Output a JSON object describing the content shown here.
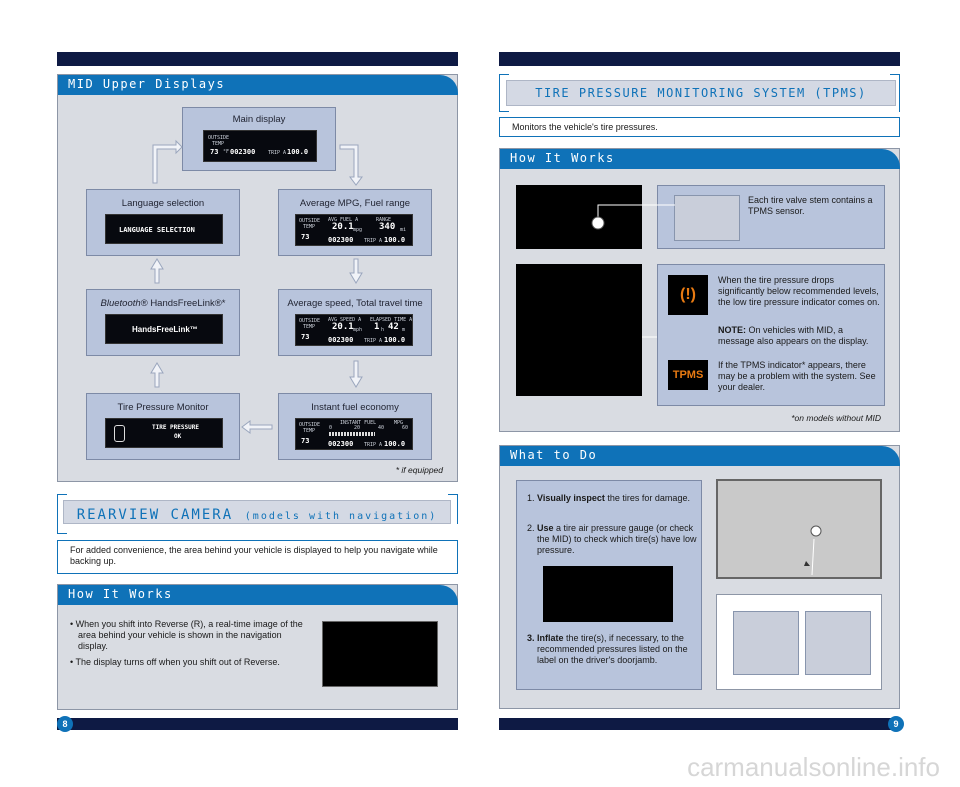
{
  "left": {
    "mid": {
      "header": "MID Upper Displays",
      "main_display": "Main display",
      "language_selection": "Language selection",
      "average_mpg": "Average MPG, Fuel range",
      "handsfree_label_brand": "Bluetooth",
      "handsfree_label_rest": "® HandsFreeLink®*",
      "average_speed": "Average speed, Total travel time",
      "tire_monitor": "Tire Pressure Monitor",
      "instant_fuel": "Instant fuel economy",
      "footnote": "* if equipped",
      "lcd": {
        "outside": "OUTSIDE",
        "temp": "TEMP",
        "temp_value": "73",
        "deg": "°F",
        "odo": "002300",
        "trip": "TRIP A",
        "trip_value": "100.0",
        "lang": "LANGUAGE SELECTION",
        "hfl": "HandsFreeLink™",
        "tire1": "TIRE PRESSURE",
        "tire2": "OK",
        "avg_fuel": "AVG FUEL A",
        "range": "RANGE",
        "mpg_value": "20.1",
        "mpg_unit": "mpg",
        "range_value": "340",
        "range_unit": "mi",
        "avg_speed": "AVG SPEED A",
        "elapsed": "ELAPSED TIME A",
        "mph_value": "20.1",
        "mph_unit": "mph",
        "hrs_value": "1",
        "hrs_unit": "h",
        "min_value": "42",
        "min_unit": "m",
        "instant": "INSTANT FUEL",
        "mpg_caps": "MPG",
        "scale0": "0",
        "scale20": "20",
        "scale40": "40",
        "scale60": "60"
      }
    },
    "camera": {
      "title_main": "REARVIEW CAMERA",
      "title_sub": "(models with navigation)",
      "intro": "For added convenience, the area behind your vehicle is displayed to help you navigate while backing up.",
      "header": "How It Works",
      "bullet1": "• When you shift into Reverse (R), a real-time image of the area behind your vehicle is shown in the navigation display.",
      "bullet2": "• The display turns off when you shift out of Reverse."
    },
    "page": "8"
  },
  "right": {
    "tpms": {
      "title": "TIRE PRESSURE MONITORING SYSTEM (TPMS)",
      "intro": "Monitors the vehicle's tire pressures.",
      "how_header": "How It Works",
      "sensor_text": "Each tire valve stem contains a TPMS sensor.",
      "drop_text": "When the tire pressure drops significantly below recommended levels, the low tire pressure indicator comes on.",
      "note_label": "NOTE:",
      "note_text": " On vehicles with MID, a message also appears on the display.",
      "tpms_text": "If the TPMS indicator* appears, there may be a problem with the system. See your dealer.",
      "tpms_icon": "TPMS",
      "warn_icon": "(!)",
      "footnote": "*on models without MID",
      "what_header": "What to Do",
      "step1_num": "1.",
      "step1_bold": "Visually inspect",
      "step1_text": " the tires for damage.",
      "step2_num": "2.",
      "step2_bold": "Use",
      "step2_text": " a tire air pressure gauge (or check the MID) to check which tire(s) have low pressure.",
      "step3_num": "3.",
      "step3_bold": "Inflate",
      "step3_text": " the tire(s), if necessary, to the recommended pressures listed on the label on the driver's doorjamb."
    },
    "page": "9"
  },
  "colors": {
    "accent": "#0f72b8",
    "navy": "#0e1a44",
    "panel": "#d9dce2",
    "box": "#b8c4dc",
    "warning": "#e87a12"
  },
  "watermark": "carmanualsonline.info"
}
